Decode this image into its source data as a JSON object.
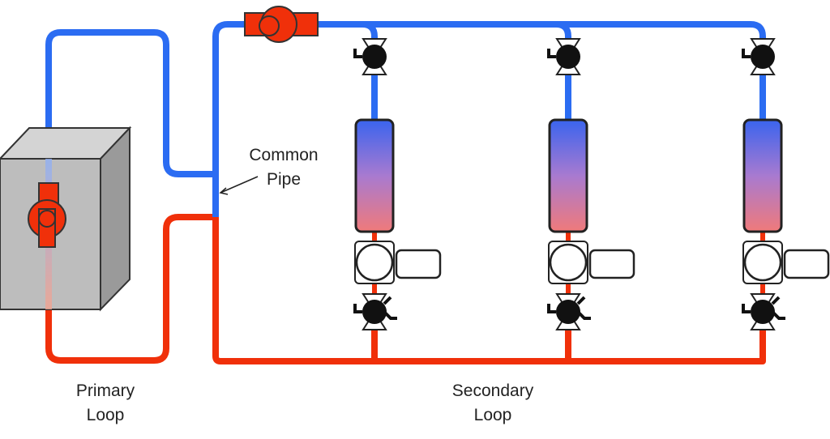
{
  "labels": {
    "common_pipe": [
      "Common",
      "Pipe"
    ],
    "primary_loop": [
      "Primary",
      "Loop"
    ],
    "secondary_loop": [
      "Secondary",
      "Loop"
    ]
  },
  "colors": {
    "supply": "#2b6cf2",
    "return": "#f0300a",
    "pump": "#f0300a",
    "valve": "#111111",
    "boiler_front": "#bdbdbd",
    "boiler_side": "#9a9a9a",
    "boiler_top": "#d4d4d4",
    "coil_top": "#3a64ee",
    "coil_mid": "#a87ad0",
    "coil_bottom": "#f07a7a"
  },
  "icons": {
    "boiler": "boiler-icon",
    "pump": "circulator-pump-icon",
    "valve": "valve-icon",
    "coil": "heating-coil-icon"
  }
}
